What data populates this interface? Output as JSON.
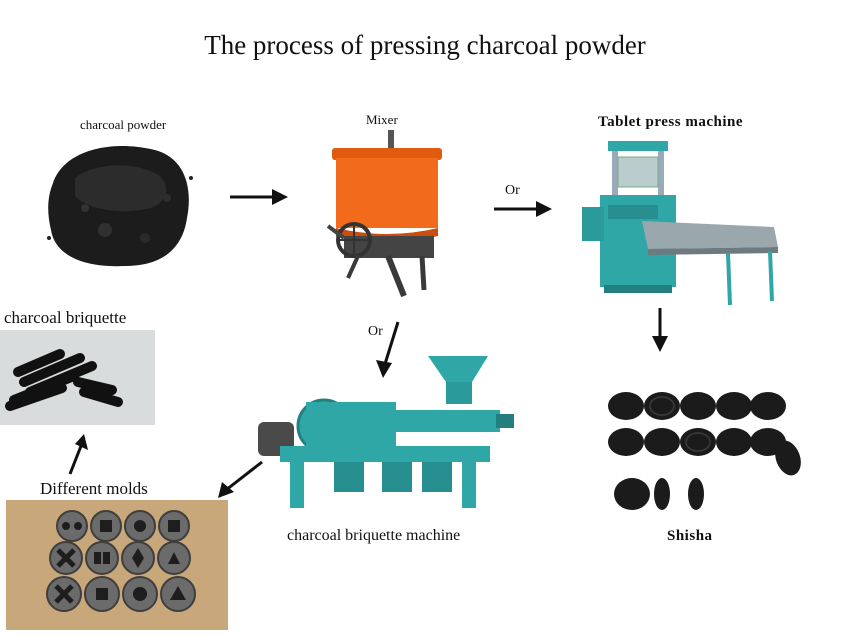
{
  "title": "The process of pressing charcoal powder",
  "labels": {
    "charcoal_powder": "charcoal powder",
    "mixer": "Mixer",
    "tablet_press": "Tablet press machine",
    "charcoal_briquette": "charcoal briquette",
    "different_molds": "Different molds",
    "briquette_machine": "charcoal briquette machine",
    "shisha": "Shisha",
    "or_top": "Or",
    "or_middle": "Or"
  },
  "colors": {
    "machine_teal": "#2fa7a7",
    "mixer_orange": "#f26a1b",
    "charcoal": "#1b1b1b",
    "mold_tray": "#c8a77a"
  }
}
